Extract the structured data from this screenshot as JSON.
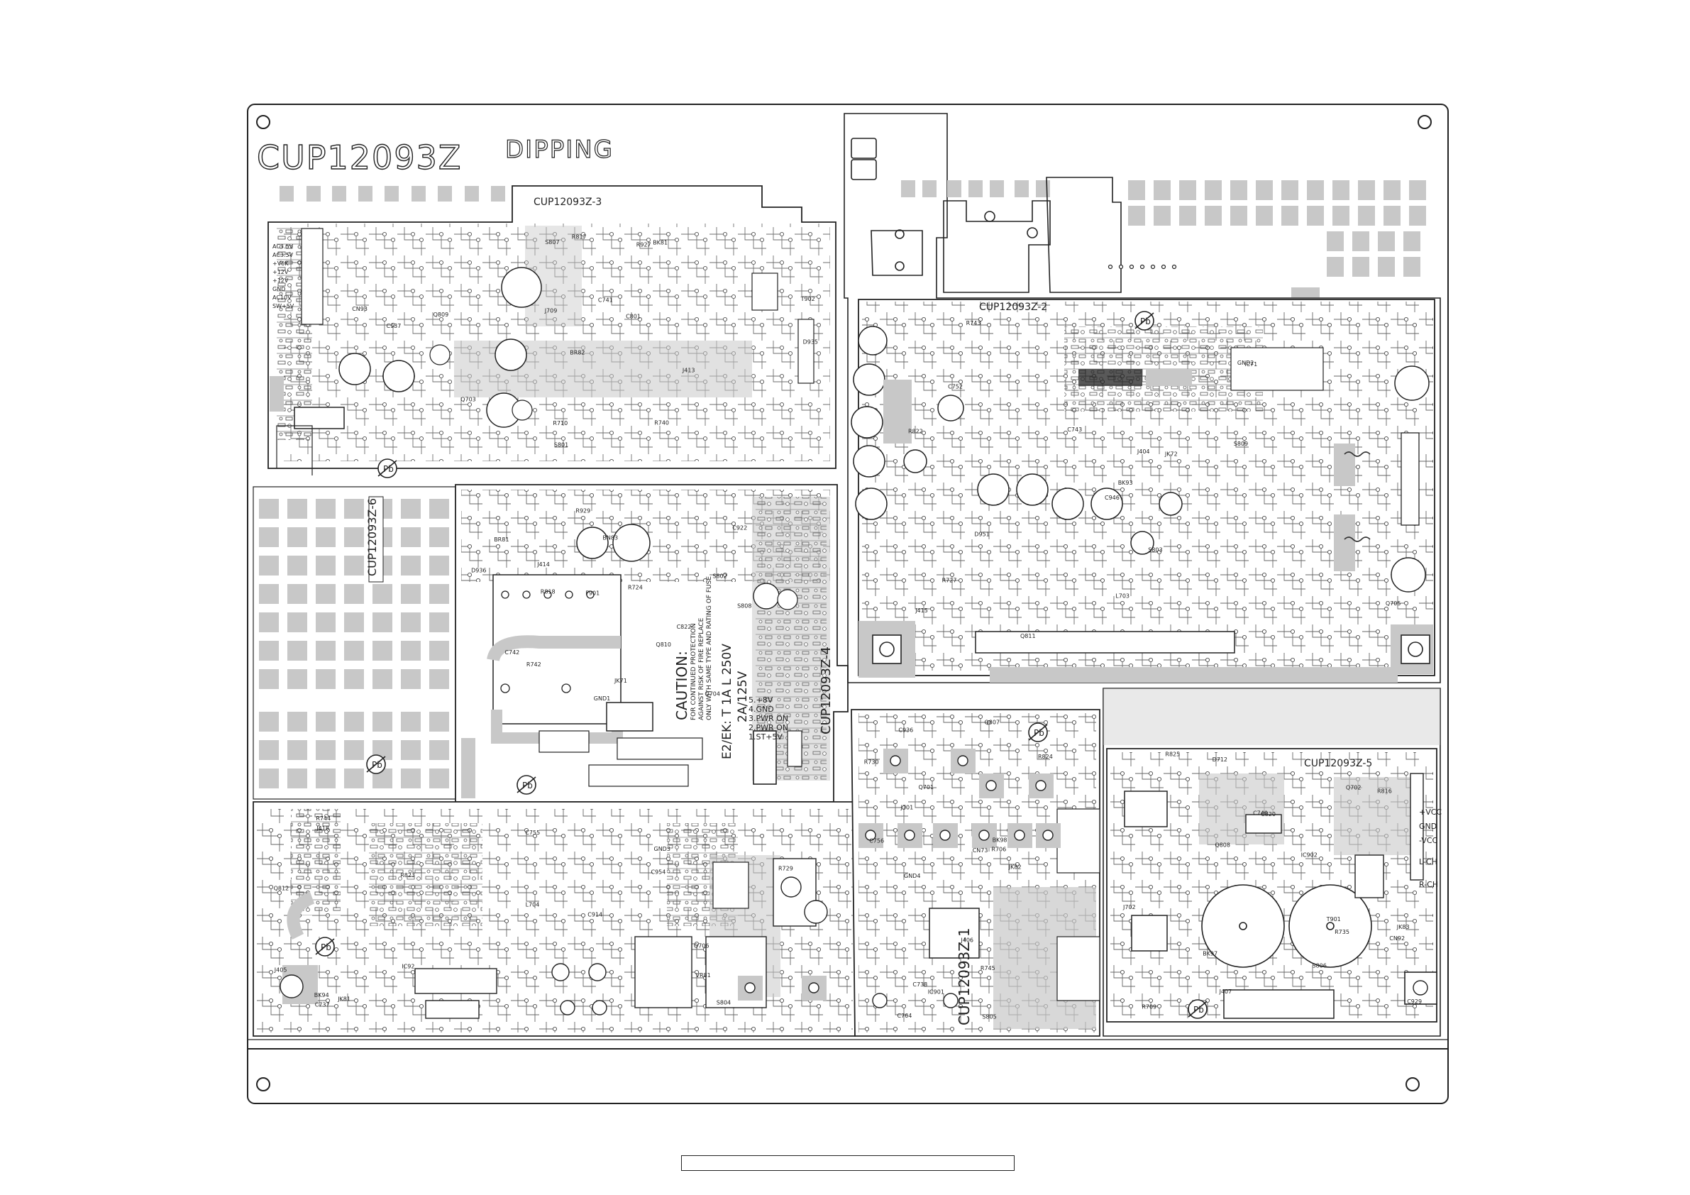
{
  "board": {
    "model": "CUP12093Z",
    "process": "DIPPING",
    "subboards": [
      {
        "id": "CUP12093Z-1"
      },
      {
        "id": "CUP12093Z-2"
      },
      {
        "id": "CUP12093Z-3"
      },
      {
        "id": "CUP12093Z-4"
      },
      {
        "id": "CUP12093Z-5"
      },
      {
        "id": "CUP12093Z-6"
      }
    ],
    "lead_free_mark": "Pb",
    "caution": {
      "line1": "CAUTION:",
      "line2": "FOR CONTINUED PROTECTION",
      "line3": "AGAINST RISK OF FIRE REPLACE",
      "line4": "ONLY WITH SAME TYPE AND RATING OF FUSE",
      "fuse1": "E2/EK: T 1A L 250V",
      "fuse2": "2A/125V"
    },
    "power_pins": [
      "5.+8V",
      "4.GND",
      "3.PWR ON",
      "2.PWR ON",
      "1.ST+5V"
    ],
    "terminal_labels": [
      "+VCC",
      "GND",
      "-VCC",
      "L-CH",
      "R-CH"
    ],
    "connector_labels": [
      "AC3.5V",
      "AC3.5V",
      "+V6K",
      "+12V",
      "+12V",
      "GND",
      "AC10V",
      "SW+5V"
    ],
    "parts_sample": [
      "BR82",
      "BR81",
      "BK93",
      "BK94",
      "BK98",
      "BK97",
      "BK81",
      "BN83",
      "IC71",
      "C914",
      "C936",
      "C929",
      "C937",
      "C922",
      "C946",
      "C954",
      "C764",
      "C740",
      "C741",
      "C742",
      "C743",
      "C737",
      "C738",
      "C820",
      "C801",
      "C822",
      "C752",
      "C755",
      "C756",
      "T901",
      "T902",
      "F901",
      "L703",
      "L704",
      "Q701",
      "Q702",
      "Q703",
      "Q704",
      "Q705",
      "Q706",
      "Q807",
      "Q808",
      "Q809",
      "Q810",
      "Q811",
      "Q812",
      "R706",
      "R709",
      "R710",
      "R724",
      "R727",
      "R729",
      "R730",
      "R735",
      "R740",
      "R742",
      "R743",
      "R744",
      "R745",
      "R816",
      "R817",
      "R818",
      "R822",
      "R823",
      "R824",
      "R825",
      "R927",
      "R929",
      "J404",
      "J405",
      "J406",
      "J407",
      "J413",
      "J414",
      "J415",
      "J418",
      "J701",
      "J702",
      "J709",
      "JK71",
      "JK72",
      "JK81",
      "JK82",
      "JK83",
      "S801",
      "S802",
      "S803",
      "S804",
      "S805",
      "S806",
      "S807",
      "S808",
      "S809",
      "VR81",
      "CN73",
      "CN92",
      "CN93",
      "GND1",
      "GND2",
      "GND3",
      "GND4",
      "D712",
      "D935",
      "D936",
      "D951",
      "IC92",
      "IC901",
      "IC902"
    ]
  },
  "colors": {
    "ink": "#222222",
    "copper": "#c8c8c8",
    "background": "#ffffff"
  }
}
